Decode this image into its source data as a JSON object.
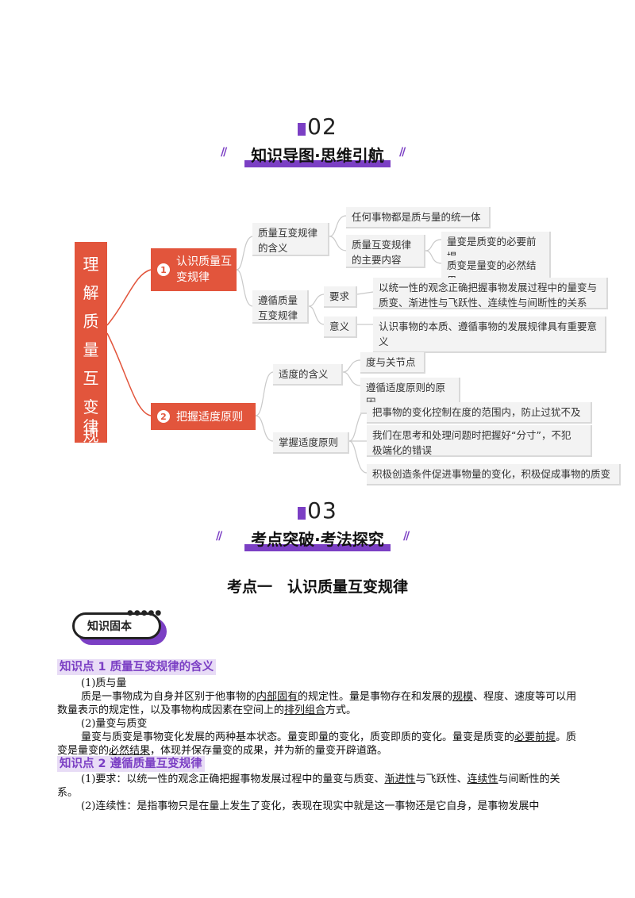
{
  "section02": {
    "number": "02",
    "title": "知识导图·思维引航"
  },
  "mindmap": {
    "root": [
      "理",
      "解",
      "质",
      "量",
      "互",
      "变",
      "规",
      "律"
    ],
    "branch1": {
      "index": "1",
      "label": "认识质量互变规律",
      "sub1": {
        "label": "质量互变规律的含义",
        "leaf1": "任何事物都是质与量的统一体",
        "sub": {
          "label": "质量互变规律的主要内容",
          "leaf1": "量变是质变的必要前提",
          "leaf2": "质变是量变的必然结果"
        }
      },
      "sub2": {
        "label": "遵循质量互变规律",
        "req_label": "要求",
        "req_text_1": "以统一性的观念正确把握事物发展过程中的量变与",
        "req_text_2": "质变、渐进性与飞跃性、连续性与间断性的关系",
        "sig_label": "意义",
        "sig_text": "认识事物的本质、遵循事物的发展规律具有重要意义"
      }
    },
    "branch2": {
      "index": "2",
      "label": "把握适度原则",
      "sub1": {
        "label": "适度的含义",
        "leaf1": "度与关节点",
        "leaf2": "遵循适度原则的原因"
      },
      "sub2": {
        "label": "掌握适度原则",
        "leaf1": "把事物的变化控制在度的范围内，防止过犹不及",
        "leaf2_1": "我们在思考和处理问题时把握好“分寸”，不犯",
        "leaf2_2": "极端化的错误",
        "leaf3": "积极创造条件促进事物量的变化，积极促成事物的质变"
      }
    }
  },
  "section03": {
    "number": "03",
    "title": "考点突破·考法探究"
  },
  "topic_heading": "考点一　认识质量互变规律",
  "tag_label": "知识固本",
  "kp1": {
    "title": "知识点 1  质量互变规律的含义",
    "item1_head": "(1)质与量",
    "item1_a": "质是一事物成为自身并区别于他事物的",
    "item1_u1": "内部固有",
    "item1_b": "的规定性。量是事物存在和发展的",
    "item1_u2": "规模",
    "item1_c": "、程度、速度等可以用数量表示的规定性，以及事物构成因素在空间上的",
    "item1_u3": "排列组合",
    "item1_d": "方式。",
    "item2_head": "(2)量变与质变",
    "item2_a": "量变与质变是事物变化发展的两种基本状态。量变即量的变化，质变即质的变化。量变是质变的",
    "item2_u1": "必要前提",
    "item2_b": "。质变是量变的",
    "item2_u2": "必然结果",
    "item2_c": "，体现并保存量变的成果，并为新的量变开辟道路。"
  },
  "kp2": {
    "title": "知识点 2  遵循质量互变规律",
    "item1_a": "(1)要求：以统一性的观念正确把握事物发展过程中的量变与质变、",
    "item1_u1": "渐进性",
    "item1_b": "与飞跃性、",
    "item1_u2": "连续性",
    "item1_c": "与间断性的关系。",
    "item2": "(2)连续性：是指事物只是在量上发生了变化，表现在现实中就是这一事物还是它自身，是事物发展中"
  }
}
